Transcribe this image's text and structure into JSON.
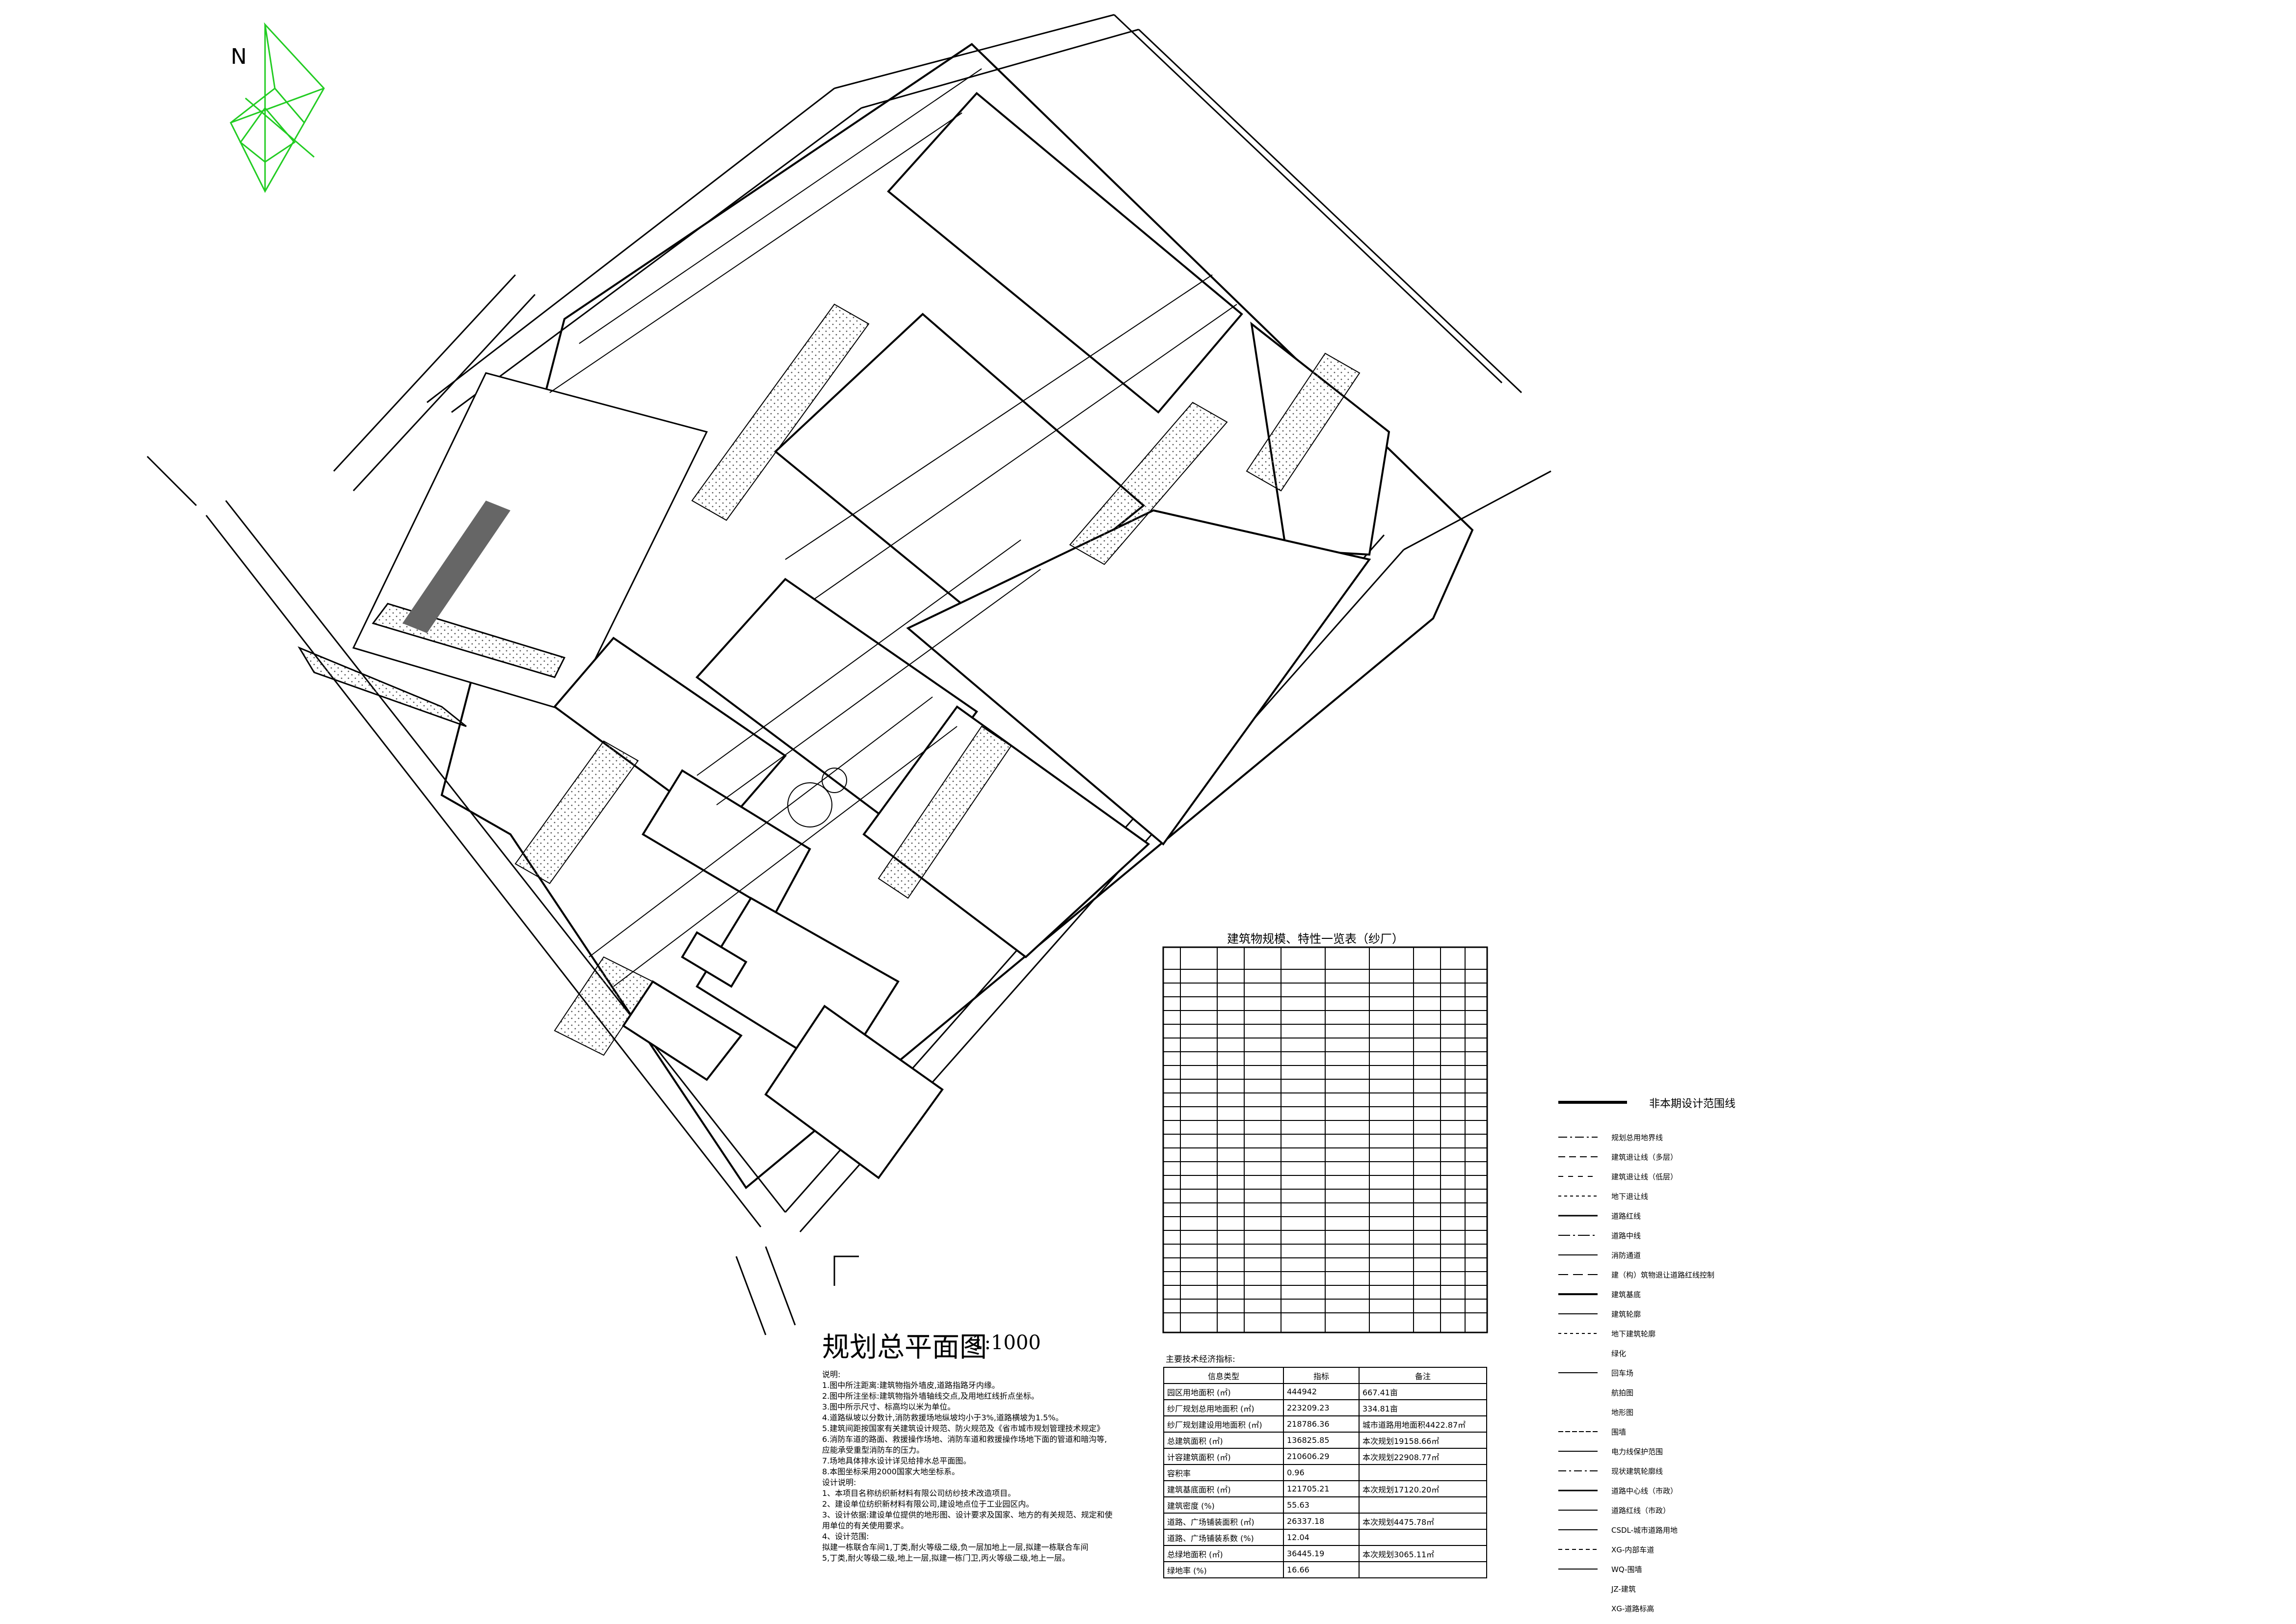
{
  "north": "N",
  "plan": {
    "title": "规划总平面图",
    "scale": "1:1000"
  },
  "notes": [
    "说明:",
    "1.图中所注距离:建筑物指外墙皮,道路指路牙内缘。",
    "2.图中所注坐标:建筑物指外墙轴线交点,及用地红线折点坐标。",
    "3.图中所示尺寸、标高均以米为单位。",
    "4.道路纵坡以分数计,消防救援场地纵坡均小于3%,道路横坡为1.5%。",
    "5.建筑间距按国家有关建筑设计规范、防火规范及《省市城市规划管理技术规定》",
    "6.消防车道的路面、救援操作场地、消防车道和救援操作场地下面的管道和暗沟等,",
    "  应能承受重型消防车的压力。",
    "7.场地具体排水设计详见给排水总平面图。",
    "8.本图坐标采用2000国家大地坐标系。",
    "设计说明:",
    "1、本项目名称纺织新材料有限公司纺纱技术改造项目。",
    "2、建设单位纺织新材料有限公司,建设地点位于工业园区内。",
    "3、设计依据:建设单位提供的地形图、设计要求及国家、地方的有关规范、规定和使",
    "   用单位的有关使用要求。",
    "4、设计范围:",
    "拟建一栋联合车间1,丁类,耐火等级二级,负一层加地上一层,拟建一栋联合车间",
    "5,丁类,耐火等级二级,地上一层,拟建一栋门卫,丙火等级二级,地上一层。"
  ],
  "building_table": {
    "title": "建筑物规模、特性一览表（纱厂）"
  },
  "econ": {
    "title": "主要技术经济指标:",
    "headers": [
      "信息类型",
      "指标",
      "备注"
    ],
    "rows": [
      [
        "园区用地面积 (㎡)",
        "444942",
        "667.41亩"
      ],
      [
        "纱厂规划总用地面积 (㎡)",
        "223209.23",
        "334.81亩"
      ],
      [
        "纱厂规划建设用地面积 (㎡)",
        "218786.36",
        "城市道路用地面积4422.87㎡"
      ],
      [
        "总建筑面积 (㎡)",
        "136825.85",
        "本次规划19158.66㎡"
      ],
      [
        "计容建筑面积 (㎡)",
        "210606.29",
        "本次规划22908.77㎡"
      ],
      [
        "容积率",
        "0.96",
        ""
      ],
      [
        "建筑基底面积 (㎡)",
        "121705.21",
        "本次规划17120.20㎡"
      ],
      [
        "建筑密度 (%)",
        "55.63",
        ""
      ],
      [
        "道路、广场铺装面积 (㎡)",
        "26337.18",
        "本次规划4475.78㎡"
      ],
      [
        "道路、广场铺装系数 (%)",
        "12.04",
        ""
      ],
      [
        "总绿地面积 (㎡)",
        "36445.19",
        "本次规划3065.11㎡"
      ],
      [
        "绿地率 (%)",
        "16.66",
        ""
      ]
    ]
  },
  "legend": {
    "head": "非本期设计范围线",
    "items": [
      "规划总用地界线",
      "建筑退让线（多层）",
      "建筑退让线（低层）",
      "地下退让线",
      "道路红线",
      "道路中线",
      "消防通道",
      "建（构）筑物退让道路红线控制",
      "建筑基底",
      "建筑轮廓",
      "地下建筑轮廓",
      "绿化",
      "回车场",
      "航拍图",
      "地形图",
      "围墙",
      "电力线保护范围",
      "现状建筑轮廓线",
      "道路中心线（市政）",
      "道路红线（市政）",
      "CSDL-城市道路用地",
      "XG-内部车道",
      "WQ-围墙",
      "JZ-建筑",
      "XG-道路标高"
    ]
  },
  "colors": {
    "compass": "#22cc22",
    "line": "#000000"
  }
}
